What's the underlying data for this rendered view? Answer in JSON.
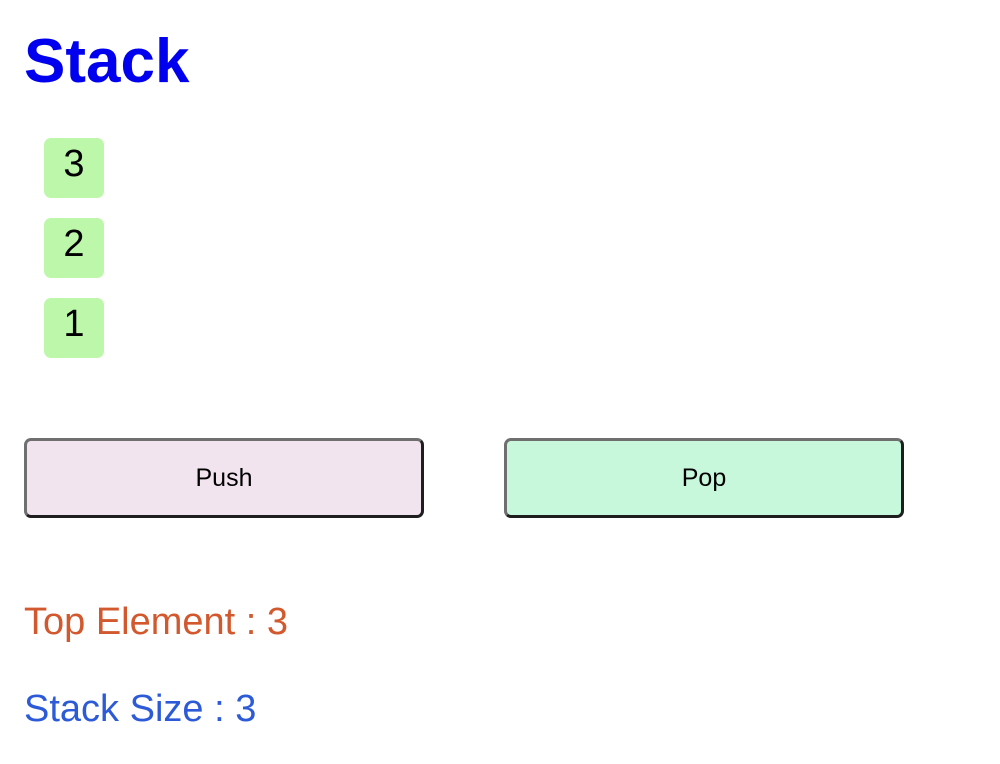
{
  "title": "Stack",
  "colors": {
    "title": "#0000ee",
    "stack_item_bg": "#bdf8aa",
    "push_button_bg": "#f2e4ee",
    "pop_button_bg": "#c7f8dc",
    "top_element_text": "#d2582e",
    "stack_size_text": "#2d5bd8"
  },
  "stack": {
    "items": [
      "3",
      "2",
      "1"
    ]
  },
  "buttons": {
    "push_label": "Push",
    "pop_label": "Pop"
  },
  "info": {
    "top_element_text": "Top Element : 3",
    "stack_size_text": "Stack Size : 3"
  }
}
